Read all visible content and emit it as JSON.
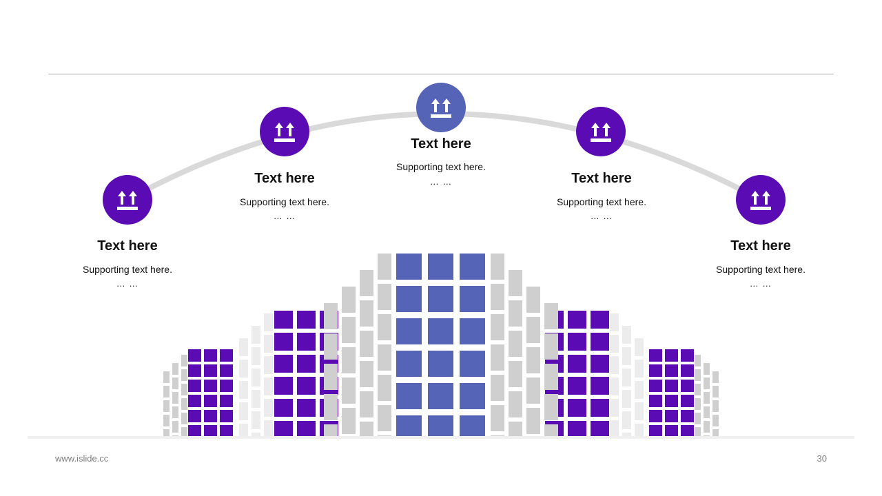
{
  "colors": {
    "purple": "#5b0bb3",
    "blue": "#5564b6",
    "arc": "#d9d9d9",
    "window_grey": "#cfcfcf",
    "window_light": "#ececec"
  },
  "nodes": [
    {
      "title": "Text here",
      "subtitle": "Supporting text here.",
      "dots": "… …",
      "color": "purple",
      "icon": "this-side-up-arrows-icon"
    },
    {
      "title": "Text here",
      "subtitle": "Supporting text here.",
      "dots": "… …",
      "color": "purple",
      "icon": "this-side-up-arrows-icon"
    },
    {
      "title": "Text here",
      "subtitle": "Supporting text here.",
      "dots": "… …",
      "color": "blue",
      "icon": "this-side-up-arrows-icon"
    },
    {
      "title": "Text here",
      "subtitle": "Supporting text here.",
      "dots": "… …",
      "color": "purple",
      "icon": "this-side-up-arrows-icon"
    },
    {
      "title": "Text here",
      "subtitle": "Supporting text here.",
      "dots": "… …",
      "color": "purple",
      "icon": "this-side-up-arrows-icon"
    }
  ],
  "footer": {
    "url": "www.islide.cc",
    "page_number": "30"
  }
}
